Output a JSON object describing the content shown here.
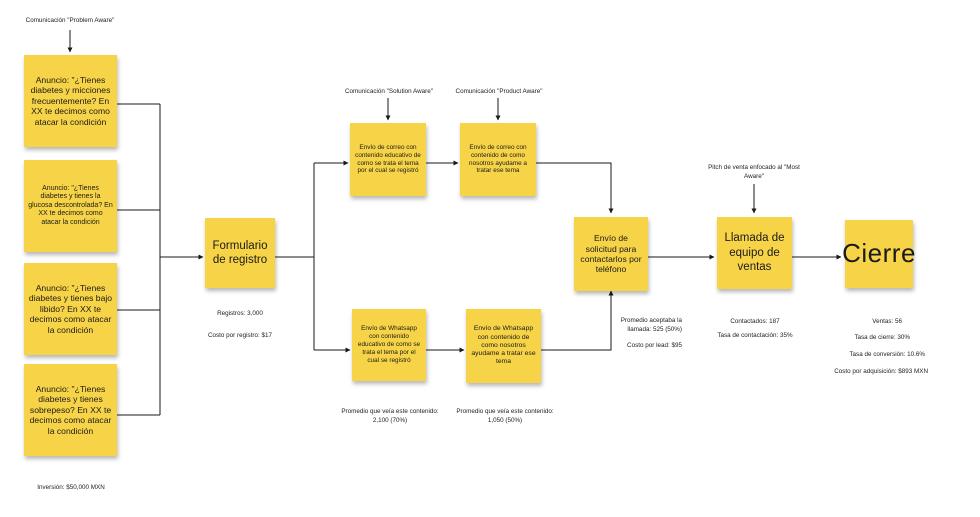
{
  "labels": {
    "problem_aware": "Comunicación \"Problem Aware\"",
    "solution_aware": "Comunicación \"Solution Aware\"",
    "product_aware": "Comunicación \"Product Aware\"",
    "most_aware": "Pitch de venta enfocado al \"Most Aware\""
  },
  "ads": [
    "Anuncio: \"¿Tienes diabetes y micciones frecuentemente? En XX te decimos como atacar la condición",
    "Anuncio: \"¿Tienes diabetes y tienes la glucosa descontrolada? En XX te decimos como atacar la condición",
    "Anuncio: \"¿Tienes diabetes y tienes bajo libido? En XX te decimos como atacar la condición",
    "Anuncio: \"¿Tienes diabetes y tienes sobrepeso? En XX te decimos como atacar la condición"
  ],
  "inversion": "Inversión: $50,000 MXN",
  "formulario": {
    "title": "Formulario de registro",
    "registros": "Registros: 3,000",
    "costo": "Costo por registro: $17"
  },
  "email1": "Envío de correo con contenido educativo de como se trata el tema por el cual se registró",
  "email2": "Envío de correo con contenido de como nosotros ayudame a tratar ese tema",
  "wa1": "Envío de Whatsapp con contenido educativo de como se trata el tema por el cual se registró",
  "wa2": "Envío de Whatsapp con contenido de como nosotros ayudame a tratar ese tema",
  "wa1_stat": "Promedio que veía este contenido: 2,100 (70%)",
  "wa2_stat": "Promedio que veía este contenido: 1,050 (50%)",
  "solicitud": {
    "title": "Envío de solicitud para contactarlos por teléfono",
    "stat1": "Promedio aceptaba la llamada: 525 (50%)",
    "stat2": "Costo por lead: $95"
  },
  "llamada": {
    "title": "Llamada de equipo de ventas",
    "contactados": "Contactados: 187",
    "tasa": "Tasa de contactación: 35%"
  },
  "cierre": {
    "title": "Cierre",
    "ventas": "Ventas: 56",
    "tasa_cierre": "Tasa de cierre: 30%",
    "tasa_conv": "Tasa de conversión: 10.6%",
    "costo_adq": "Costo por adquisición: $893 MXN"
  }
}
